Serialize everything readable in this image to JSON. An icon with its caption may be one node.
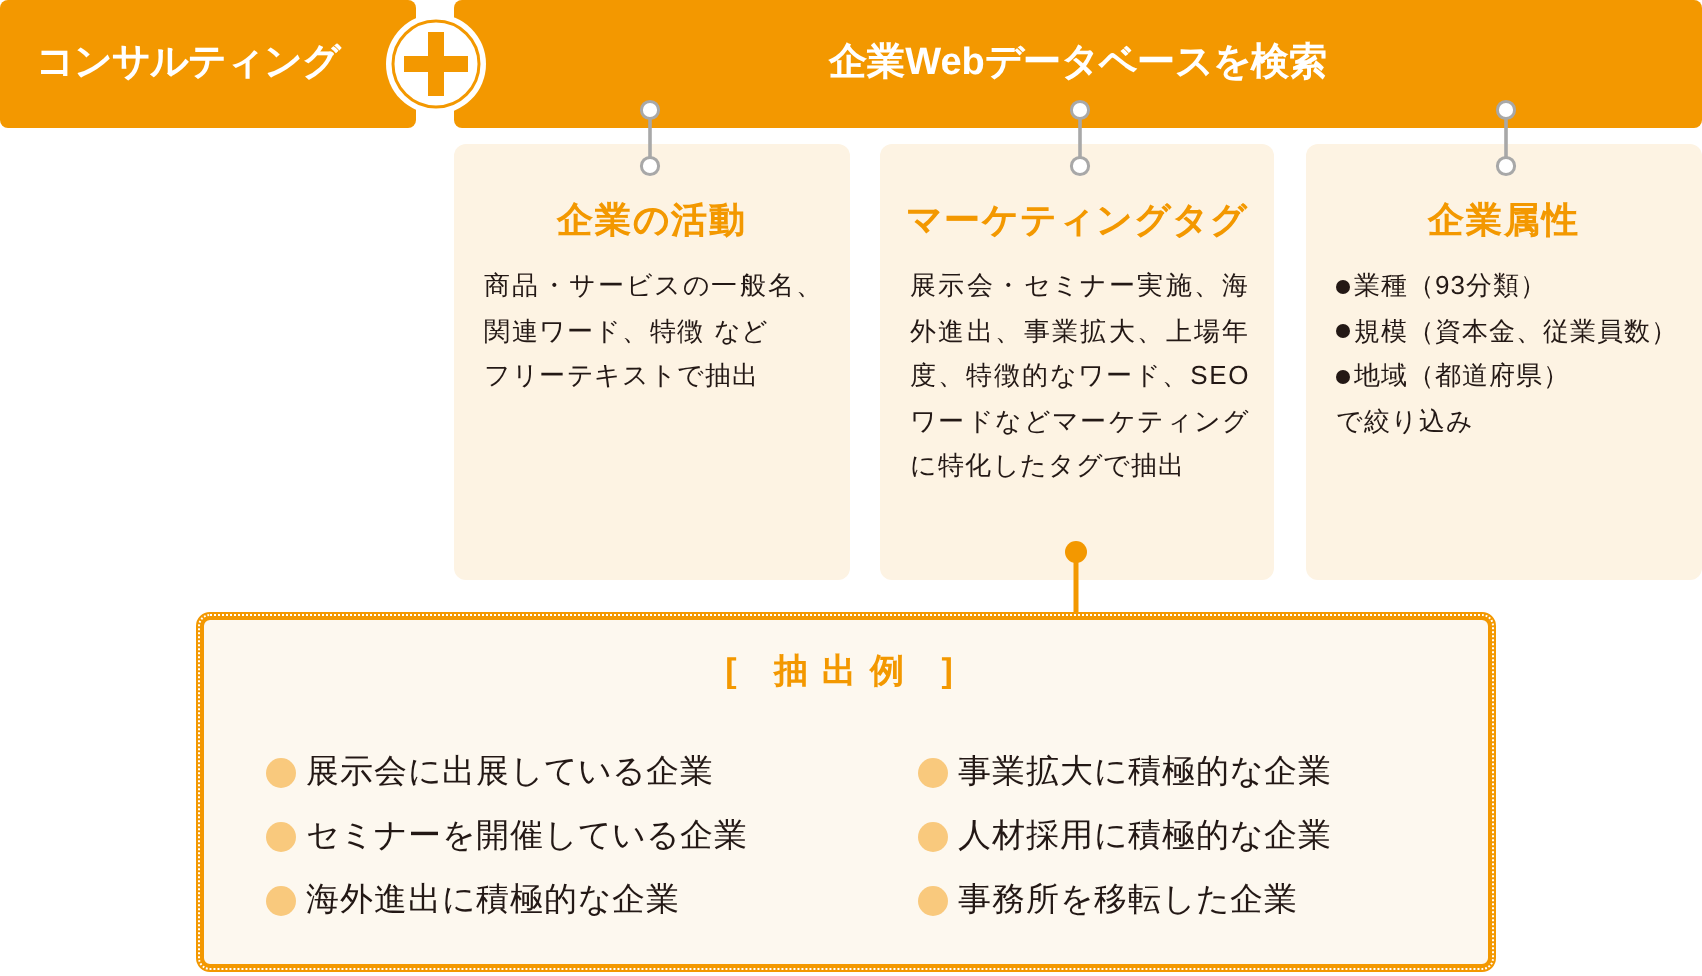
{
  "diagram": {
    "nodes": [
      {
        "text": [
          "コンサルティング"
        ]
      },
      {
        "text": [
          "企業Webデータベースを検索"
        ]
      },
      {
        "text": [
          "企業の活動",
          "商品・サービスの一般名、関連ワード、特徴 など",
          "フリーテキストで抽出"
        ]
      },
      {
        "text": [
          "マーケティングタグ",
          "展示会・セミナー実施、海外進出、事業拡大、上場年度、特徴的なワード、SEOワードなどマーケティングに特化したタグで抽出"
        ]
      },
      {
        "text": [
          "企業属性",
          "業種（93分類）",
          "規模（資本金、従業員数）",
          "地域（都道府県）",
          "で絞り込み"
        ]
      },
      {
        "text": [
          "[ 抽出例 ]",
          "展示会に出展している企業",
          "セミナーを開催している企業",
          "海外進出に積極的な企業",
          "事業拡大に積極的な企業",
          "人材採用に積極的な企業",
          "事務所を移転した企業"
        ]
      }
    ],
    "edges": [
      {
        "from": 1,
        "to": 2,
        "arrow": "other"
      },
      {
        "from": 1,
        "to": 3,
        "arrow": "other"
      },
      {
        "from": 1,
        "to": 4,
        "arrow": "other"
      },
      {
        "from": 3,
        "to": 5,
        "arrow": "other",
        "color": "#f39800"
      }
    ]
  }
}
